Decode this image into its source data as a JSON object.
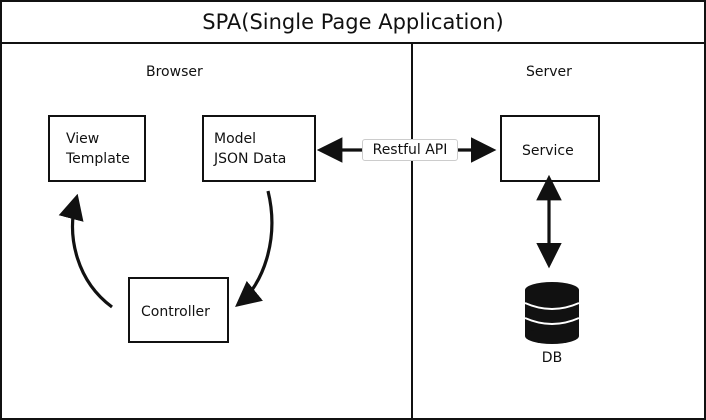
{
  "title": "SPA(Single Page Application)",
  "sections": {
    "browser": "Browser",
    "server": "Server"
  },
  "boxes": {
    "view": "View\nTemplate",
    "model": "Model\nJSON Data",
    "controller": "Controller",
    "service": "Service"
  },
  "api_label": "Restful API",
  "db_label": "DB",
  "icons": {
    "db": "database-icon"
  }
}
